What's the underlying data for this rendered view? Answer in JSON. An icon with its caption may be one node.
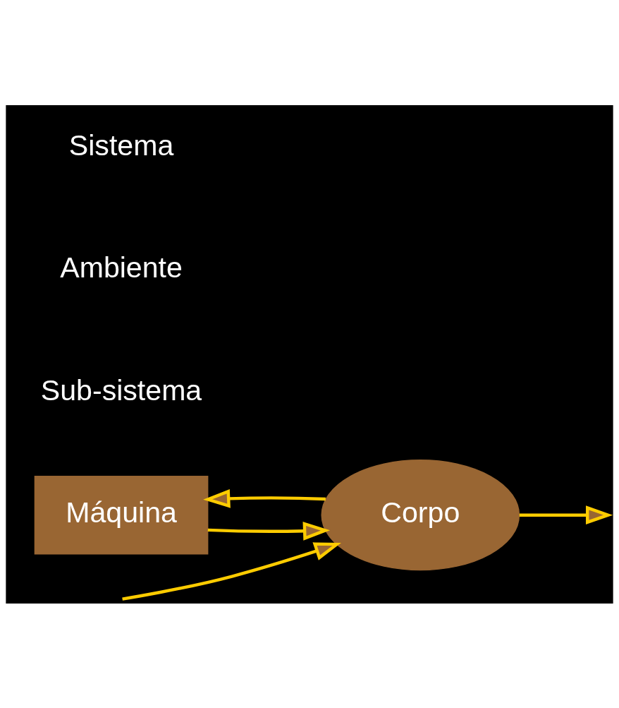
{
  "diagram": {
    "nodes": [
      {
        "text": [
          "Máquina"
        ]
      },
      {
        "text": [
          "Corpo"
        ]
      }
    ],
    "edges": [
      {
        "from": 1,
        "to": 0,
        "arrow": "to"
      },
      {
        "from": 0,
        "to": 1,
        "arrow": "to"
      },
      {
        "from": null,
        "to": 1,
        "arrow": "to"
      },
      {
        "from": 1,
        "to": null,
        "arrow": "to"
      }
    ],
    "labels": [
      "Sub-sistema",
      "Ambiente",
      "Sistema"
    ]
  }
}
